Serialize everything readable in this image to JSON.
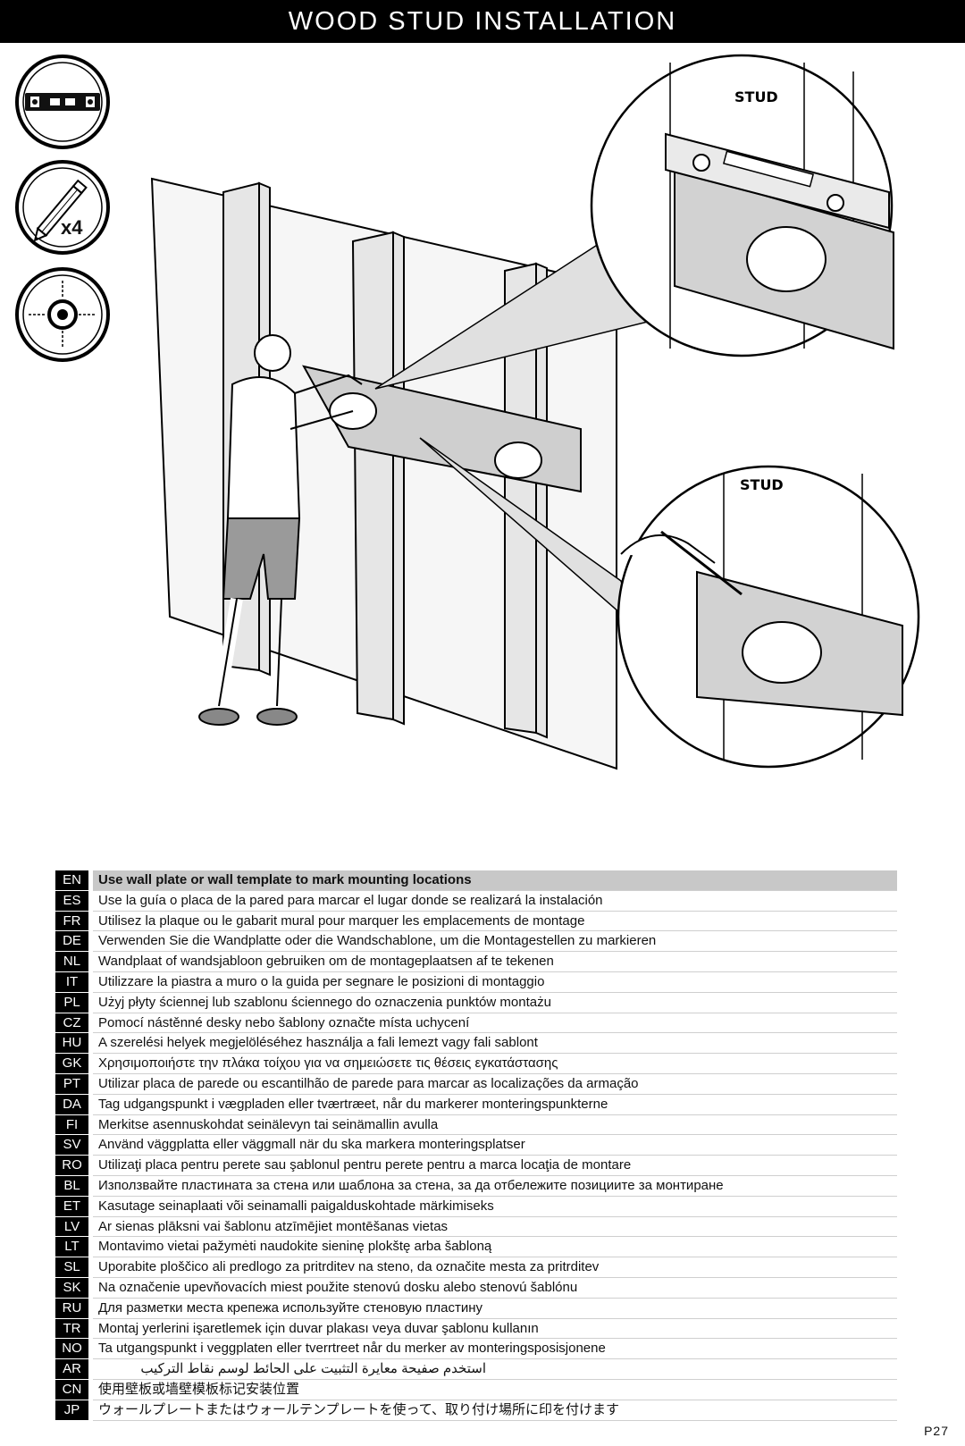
{
  "header": {
    "title": "WOOD STUD INSTALLATION"
  },
  "tools": [
    {
      "icon": "spirit-level-icon"
    },
    {
      "icon": "pencil-icon",
      "quantity": "x4"
    },
    {
      "icon": "crosshair-target-icon"
    }
  ],
  "illustration": {
    "callout_top_label": "STUD",
    "callout_bottom_label": "STUD"
  },
  "instructions": [
    {
      "code": "EN",
      "text": "Use wall plate or wall template to mark mounting locations"
    },
    {
      "code": "ES",
      "text": "Use la guía o placa de la pared para marcar el lugar donde se realizará la instalación"
    },
    {
      "code": "FR",
      "text": "Utilisez la plaque ou le gabarit mural pour marquer les emplacements de montage"
    },
    {
      "code": "DE",
      "text": "Verwenden Sie die Wandplatte oder die Wandschablone, um die Montagestellen zu markieren"
    },
    {
      "code": "NL",
      "text": "Wandplaat of wandsjabloon gebruiken om de montageplaatsen af te tekenen"
    },
    {
      "code": "IT",
      "text": "Utilizzare la piastra a muro o la guida per segnare le posizioni di montaggio"
    },
    {
      "code": "PL",
      "text": "Użyj płyty ściennej lub szablonu ściennego do oznaczenia punktów montażu"
    },
    {
      "code": "CZ",
      "text": "Pomocí nástěnné desky nebo šablony označte místa uchycení"
    },
    {
      "code": "HU",
      "text": "A szerelési helyek megjelöléséhez használja a fali lemezt vagy fali sablont"
    },
    {
      "code": "GK",
      "text": "Χρησιμοποιήστε την πλάκα τοίχου για να σημειώσετε τις θέσεις εγκατάστασης"
    },
    {
      "code": "PT",
      "text": "Utilizar placa de parede ou escantilhão de parede para marcar as localizações da armação"
    },
    {
      "code": "DA",
      "text": "Tag udgangspunkt i vægpladen eller tværtræet, når du markerer monteringspunkterne"
    },
    {
      "code": "FI",
      "text": "Merkitse asennuskohdat seinälevyn tai seinämallin avulla"
    },
    {
      "code": "SV",
      "text": "Använd väggplatta eller väggmall när du ska markera monteringsplatser"
    },
    {
      "code": "RO",
      "text": "Utilizaţi placa pentru perete sau şablonul pentru perete pentru a marca locaţia de montare"
    },
    {
      "code": "BL",
      "text": "Използвайте пластината за стена или шаблона за стена, за да отбележите позициите за монтиране"
    },
    {
      "code": "ET",
      "text": "Kasutage seinaplaati või seinamalli paigalduskohtade märkimiseks"
    },
    {
      "code": "LV",
      "text": "Ar sienas plāksni vai šablonu atzīmējiet montēšanas vietas"
    },
    {
      "code": "LT",
      "text": "Montavimo vietai pažymėti naudokite sieninę plokštę arba šabloną"
    },
    {
      "code": "SL",
      "text": "Uporabite ploščico ali predlogo za pritrditev na steno, da označite mesta za pritrditev"
    },
    {
      "code": "SK",
      "text": "Na označenie upevňovacích miest použite stenovú dosku alebo stenovú šablónu"
    },
    {
      "code": "RU",
      "text": "Для разметки места крепежа используйте стеновую пластину"
    },
    {
      "code": "TR",
      "text": "Montaj yerlerini işaretlemek için duvar plakası veya duvar şablonu kullanın"
    },
    {
      "code": "NO",
      "text": "Ta utgangspunkt i veggplaten eller tverrtreet når du merker av monteringsposisjonene"
    },
    {
      "code": "AR",
      "text": "استخدم صفيحة معايرة التثبيت على الحائط لوسم نقاط التركيب"
    },
    {
      "code": "CN",
      "text": "使用壁板或墙壁模板标记安装位置"
    },
    {
      "code": "JP",
      "text": "ウォールプレートまたはウォールテンプレートを使って、取り付け場所に印を付けます"
    }
  ],
  "footer": {
    "page_number": "P27"
  }
}
